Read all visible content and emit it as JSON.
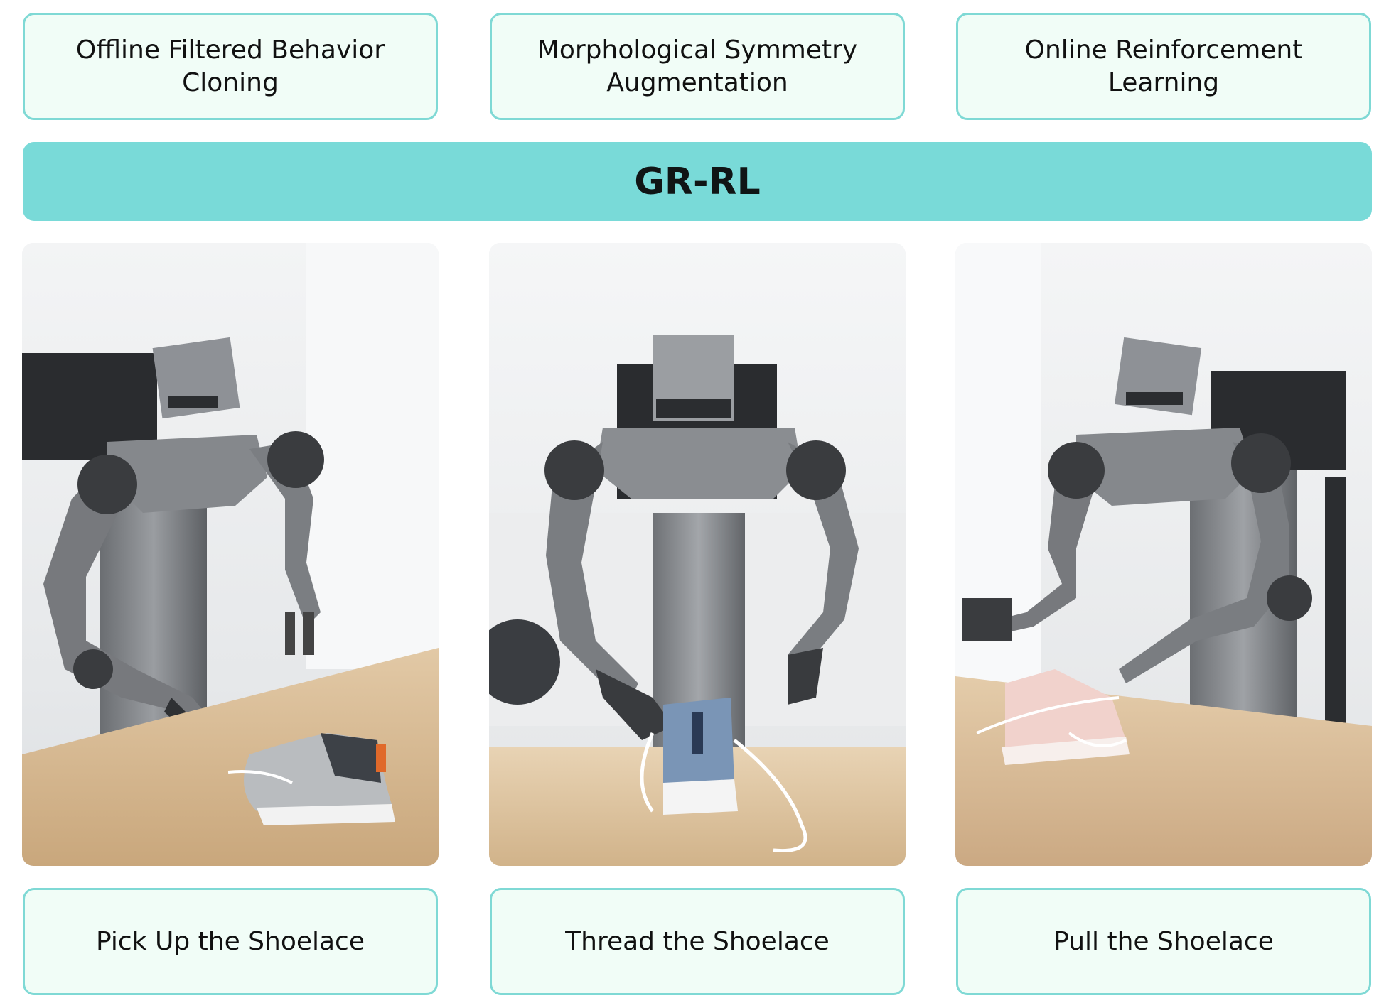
{
  "techniques": [
    {
      "label": "Offline Filtered Behavior Cloning"
    },
    {
      "label": "Morphological Symmetry Augmentation"
    },
    {
      "label": "Online Reinforcement Learning"
    }
  ],
  "banner": {
    "title": "GR-RL"
  },
  "tasks": [
    {
      "label": "Pick Up the Shoelace"
    },
    {
      "label": "Thread the Shoelace"
    },
    {
      "label": "Pull the Shoelace"
    }
  ],
  "colors": {
    "box_fill": "#f1fdf7",
    "box_border": "#7fd9d5",
    "banner_fill": "#79dad8",
    "text": "#111111"
  }
}
